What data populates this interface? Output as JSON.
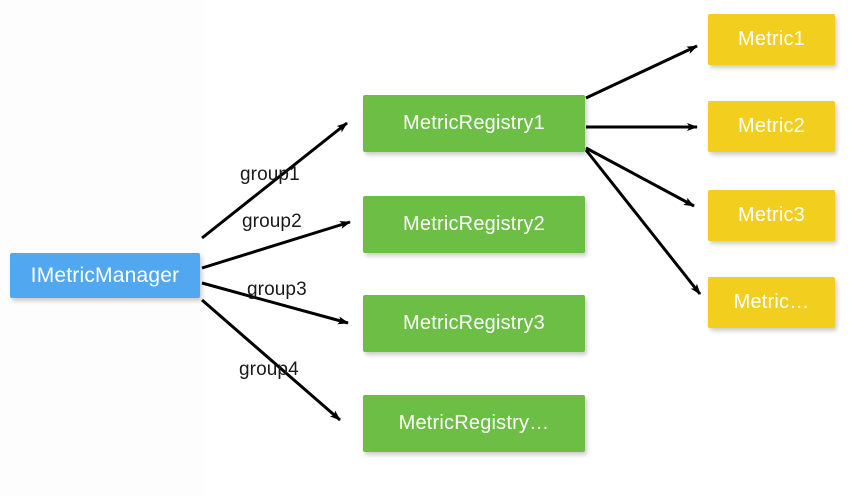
{
  "diagram": {
    "title": "IMetricManager metric registry fan-out diagram",
    "background_color": "#ffffff",
    "colors": {
      "manager": "#51a7f0",
      "registry": "#6cbe45",
      "metric": "#f2ce1f",
      "arrow": "#000000",
      "node_text": "#ffffff",
      "label_text": "#1a1a1a"
    },
    "manager": {
      "label": "IMetricManager"
    },
    "registries": [
      {
        "label": "MetricRegistry1"
      },
      {
        "label": "MetricRegistry2"
      },
      {
        "label": "MetricRegistry3"
      },
      {
        "label": "MetricRegistry…"
      }
    ],
    "metrics": [
      {
        "label": "Metric1"
      },
      {
        "label": "Metric2"
      },
      {
        "label": "Metric3"
      },
      {
        "label": "Metric…"
      }
    ],
    "group_labels": [
      {
        "label": "group1"
      },
      {
        "label": "group2"
      },
      {
        "label": "group3"
      },
      {
        "label": "group4"
      }
    ]
  }
}
